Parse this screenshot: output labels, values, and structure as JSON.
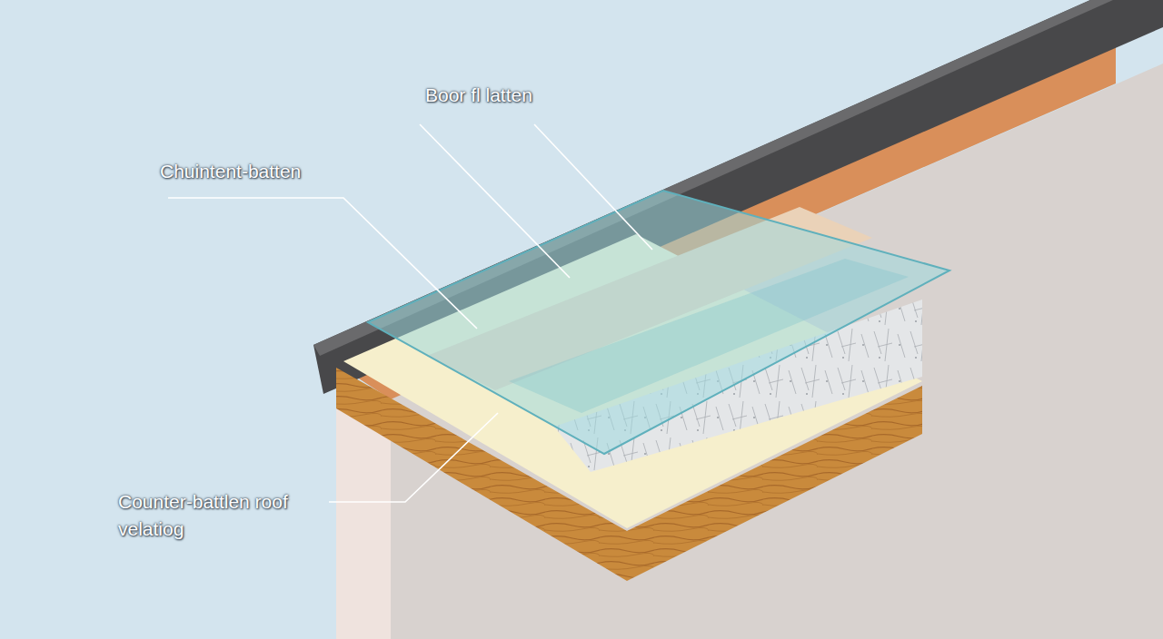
{
  "diagram": {
    "labels": [
      "Boor fl latten",
      "Chuintent-batten",
      "Counter-battlen roof velatiog"
    ]
  }
}
